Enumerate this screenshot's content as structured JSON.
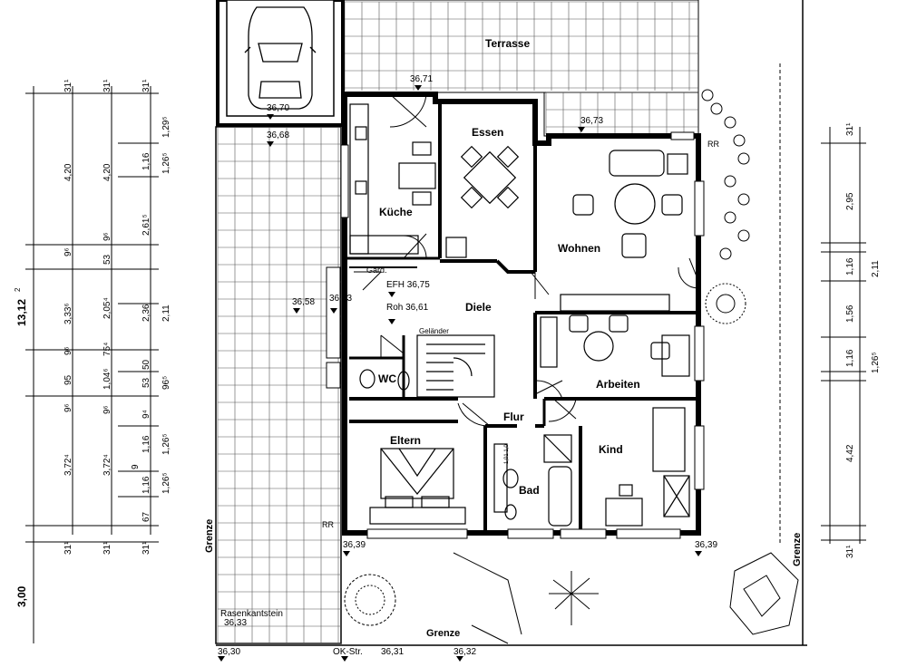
{
  "rooms": {
    "terrasse": "Terrasse",
    "essen": "Essen",
    "kueche": "Küche",
    "wohnen": "Wohnen",
    "diele": "Diele",
    "wc": "WC",
    "arbeiten": "Arbeiten",
    "flur": "Flur",
    "eltern": "Eltern",
    "kind": "Kind",
    "bad": "Bad"
  },
  "notes": {
    "gard": "Gard.",
    "efh": "EFH 36,75",
    "roh": "Roh 36,61",
    "gelaender": "Geländer",
    "rasenkantstein": "Rasenkantstein",
    "rr_top": "RR",
    "rr_bottom": "RR",
    "grenze_left": "Grenze",
    "grenze_right": "Grenze",
    "grenze_bottom": "Grenze",
    "okstr": "OK-Str.",
    "bad_dims": "1,01\n1,0"
  },
  "levels": {
    "l3671": "36,71",
    "l3670": "36,70",
    "l3668": "36,68",
    "l3673a": "36,73",
    "l3658": "36,58",
    "l3673b": "36,73",
    "l3639a": "36,39",
    "l3639b": "36,39",
    "l3633": "36,33",
    "l3630": "36,30",
    "l3631": "36,31",
    "l3632": "36,32"
  },
  "left_dims": {
    "total": "13,12",
    "total_sup": "2",
    "bottom": "3,00",
    "col1": [
      "31¹",
      "4,20",
      "9⁶",
      "3,33⁶",
      "9⁶",
      "95",
      "9⁶",
      "3,72⁴",
      "31¹"
    ],
    "col2": [
      "31¹",
      "4,20",
      "9⁶",
      "53",
      "2,05⁴",
      "75⁴",
      "1,04⁶",
      "9⁶",
      "3,72⁴",
      "31¹"
    ],
    "col3": [
      "31¹",
      "1,16",
      "2,61⁵",
      "2,36",
      "50",
      "53",
      "9⁴",
      "1,16",
      "9",
      "1,16",
      "67",
      "31¹"
    ],
    "col4": [
      "1,29⁵",
      "1,26⁵",
      "2,11",
      "96⁵",
      "1,26⁵",
      "1,26⁵"
    ]
  },
  "right_dims": {
    "items": [
      "31¹",
      "2,95",
      "1,16",
      "1,56",
      "1,16",
      "4,42",
      "31¹"
    ],
    "side": [
      "2,11",
      "1,26⁵"
    ]
  }
}
